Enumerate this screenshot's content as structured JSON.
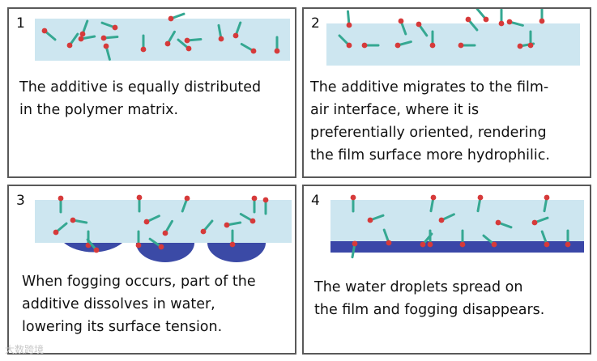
{
  "colors": {
    "film": "#cde6f0",
    "droplet": "#3b4aa6",
    "spread_layer": "#3a47a8",
    "tail": "#35a892",
    "head": "#d63a3a",
    "border": "#595959"
  },
  "icons": {
    "molecule": "additive-molecule-icon",
    "droplet": "water-droplet-icon"
  },
  "panels": [
    {
      "number": "1",
      "caption_lines": [
        "The additive is equally distributed",
        "in the polymer matrix."
      ]
    },
    {
      "number": "2",
      "caption_lines": [
        "The additive migrates to the film-",
        "air interface, where it is",
        "preferentially oriented, rendering",
        "the film surface more hydrophilic."
      ]
    },
    {
      "number": "3",
      "caption_lines": [
        "When fogging occurs, part of the",
        "additive dissolves in water,",
        "lowering its surface tension."
      ]
    },
    {
      "number": "4",
      "caption_lines": [
        "The water droplets spread on",
        "the film and fogging disappears."
      ]
    }
  ],
  "watermark": "大数跨境"
}
